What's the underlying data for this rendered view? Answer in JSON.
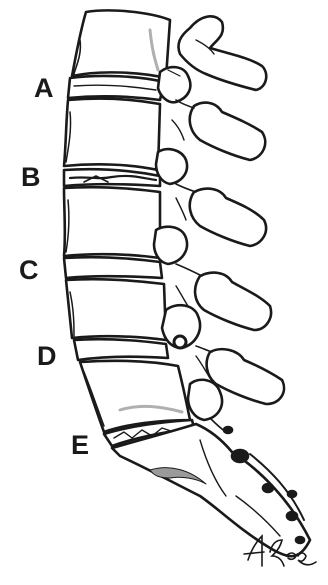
{
  "labels": {
    "a": "A",
    "b": "B",
    "c": "C",
    "d": "D",
    "e": "E"
  },
  "signature": "A. Rogers",
  "colors": {
    "ink": "#1a1a1a",
    "bone": "#ffffff",
    "shade": "#cfcfcf",
    "dark_shade": "#8a8a8a",
    "paper": "#ffffff"
  }
}
